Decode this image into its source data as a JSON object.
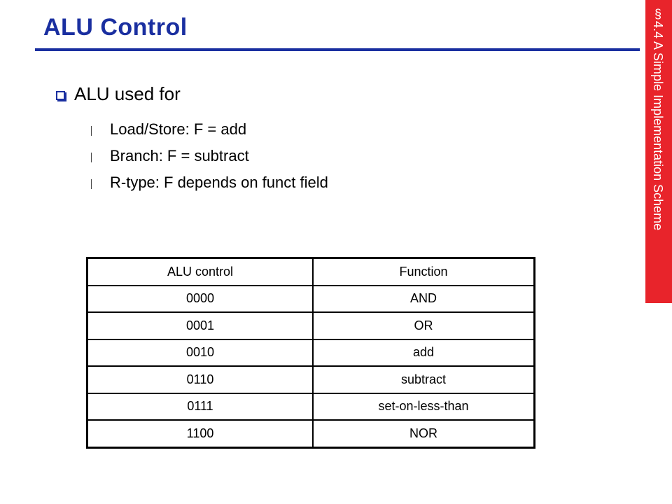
{
  "slide": {
    "title": "ALU Control",
    "section_label": "§4.4 A Simple Implementation Scheme"
  },
  "bullets": {
    "main": "ALU used for",
    "items": [
      "Load/Store: F = add",
      "Branch: F = subtract",
      "R-type: F depends on funct field"
    ]
  },
  "table": {
    "headers": [
      "ALU control",
      "Function"
    ],
    "rows": [
      [
        "0000",
        "AND"
      ],
      [
        "0001",
        "OR"
      ],
      [
        "0010",
        "add"
      ],
      [
        "0110",
        "subtract"
      ],
      [
        "0111",
        "set-on-less-than"
      ],
      [
        "1100",
        "NOR"
      ]
    ]
  },
  "colors": {
    "title": "#1a2fa0",
    "section_tab": "#e8242b"
  }
}
